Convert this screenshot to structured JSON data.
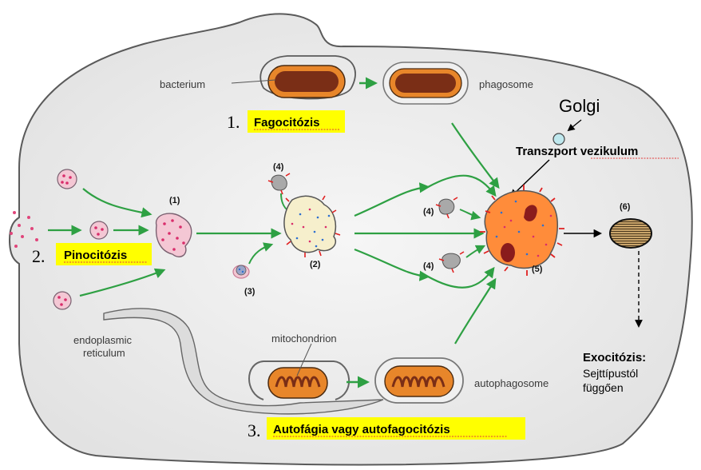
{
  "colors": {
    "arrow": "#2ea043",
    "highlight": "#ffff00",
    "cell_fill": "#ececec",
    "bacterium_outer": "#e8862a",
    "bacterium_inner": "#7a2e16",
    "lysosome_fill": "#ff8c3a",
    "marker": "#e02020"
  },
  "labels": {
    "bacterium": "bacterium",
    "phagosome": "phagosome",
    "golgi": "Golgi",
    "transport_vesicle": "Transzport vezikulum",
    "er": [
      "endoplasmic",
      "reticulum"
    ],
    "mitochondrion": "mitochondrion",
    "autophagosome": "autophagosome",
    "exocytosis_title": "Exocitózis:",
    "exocytosis_sub": [
      "Sejttípustól",
      "függően"
    ]
  },
  "processes": [
    {
      "number": "1.",
      "name": "Fagocitózis"
    },
    {
      "number": "2.",
      "name": "Pinocitózis"
    },
    {
      "number": "3.",
      "name": "Autofágia vagy autofagocitózis"
    }
  ],
  "step_labels": {
    "s1": "(1)",
    "s2": "(2)",
    "s3": "(3)",
    "s4a": "(4)",
    "s4b": "(4)",
    "s4c": "(4)",
    "s5": "(5)",
    "s6": "(6)"
  },
  "icons": [
    "arrow-icon",
    "dashed-arrow-icon"
  ]
}
